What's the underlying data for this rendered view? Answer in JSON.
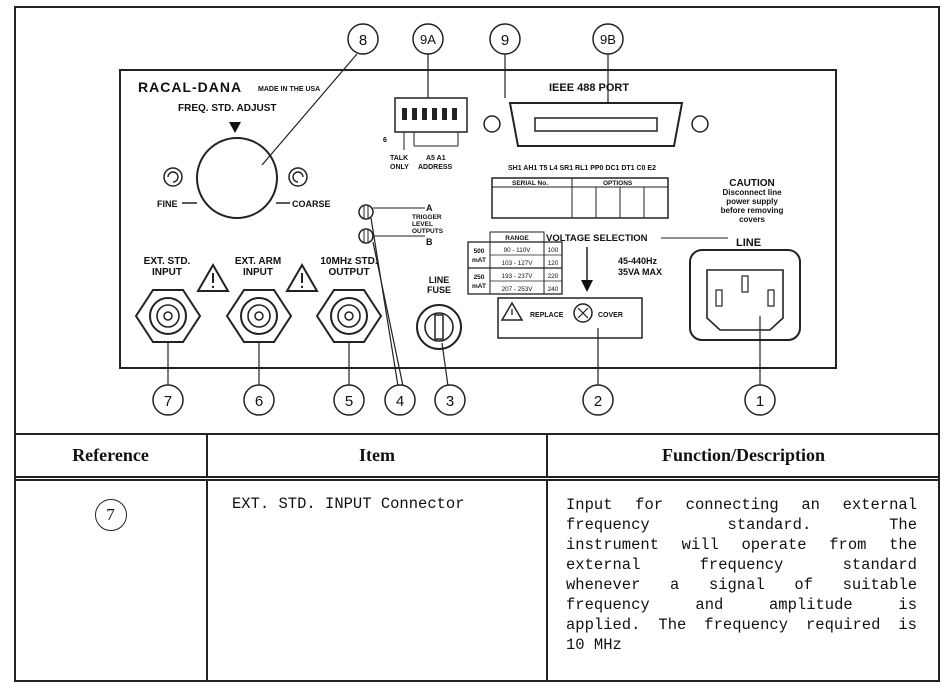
{
  "panel": {
    "brand": "RACAL-DANA",
    "made_in": "MADE IN THE USA",
    "freq_std_adjust": "FREQ. STD. ADJUST",
    "fine": "FINE",
    "coarse": "COARSE",
    "ieee_port": "IEEE 488 PORT",
    "talk_only": [
      "TALK",
      "ONLY"
    ],
    "address_bits": "A5   A1",
    "address": "ADDRESS",
    "switch_bit": "6",
    "bus_functions": "SH1 AH1 T5 L4 SR1 RL1 PP0 DC1 DT1 C0 E2",
    "serial_no": "SERIAL No.",
    "options": "OPTIONS",
    "caution_title": "CAUTION",
    "caution_lines": [
      "Disconnect line",
      "power supply",
      "before removing",
      "covers"
    ],
    "trigger_a": "A",
    "trigger_b": "B",
    "trigger_lines": [
      "TRIGGER",
      "LEVEL",
      "OUTPUTS"
    ],
    "voltage_selection": "VOLTAGE SELECTION",
    "line": "LINE",
    "range_header": "RANGE",
    "fuse_groups": [
      [
        "500",
        "mAT"
      ],
      [
        "250",
        "mAT"
      ]
    ],
    "voltage_rows": [
      {
        "range": "90 - 110V",
        "setting": "100"
      },
      {
        "range": "103 - 127V",
        "setting": "120"
      },
      {
        "range": "193 - 237V",
        "setting": "220"
      },
      {
        "range": "207 - 253V",
        "setting": "240"
      }
    ],
    "line_spec": [
      "45-440Hz",
      "35VA MAX"
    ],
    "ext_std_input": [
      "EXT. STD.",
      "INPUT"
    ],
    "ext_arm_input": [
      "EXT. ARM",
      "INPUT"
    ],
    "std_output": [
      "10MHz STD.",
      "OUTPUT"
    ],
    "line_fuse": [
      "LINE",
      "FUSE"
    ],
    "replace": "REPLACE",
    "cover": "COVER",
    "callouts_top": [
      "8",
      "9A",
      "9",
      "9B"
    ],
    "callouts_bottom": [
      "7",
      "6",
      "5",
      "4",
      "3",
      "2",
      "1"
    ]
  },
  "table": {
    "headers": [
      "Reference",
      "Item",
      "Function/Description"
    ],
    "row": {
      "ref": "7",
      "item": "EXT. STD. INPUT Connector",
      "description_lines": [
        "Input for connecting an external",
        "frequency standard. The",
        "instrument will operate from the",
        "external frequency standard",
        "whenever a signal of suitable",
        "frequency and amplitude is",
        "applied. The frequency required is",
        "10 MHz"
      ]
    }
  }
}
